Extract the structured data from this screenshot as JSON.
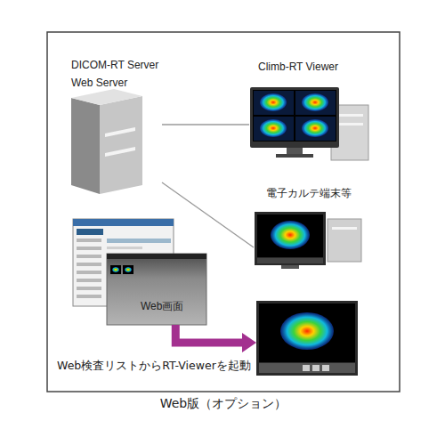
{
  "diagram": {
    "caption": "Web版（オプション）",
    "nodes": [
      {
        "text": [
          "DICOM-RT Server",
          "Web Server"
        ]
      },
      {
        "text": [
          "Climb-RT Viewer"
        ]
      },
      {
        "text": [
          "電子カルテ端末等"
        ]
      },
      {
        "text": [
          "Web画面"
        ]
      },
      {
        "text": []
      }
    ],
    "edges": [
      {
        "from": 0,
        "to": 1,
        "arrow": "none"
      },
      {
        "from": 0,
        "to": 2,
        "arrow": "none"
      },
      {
        "from": 3,
        "to": 4,
        "arrow": "to",
        "label": "Web検査リストからRT-Viewerを起動"
      }
    ]
  }
}
